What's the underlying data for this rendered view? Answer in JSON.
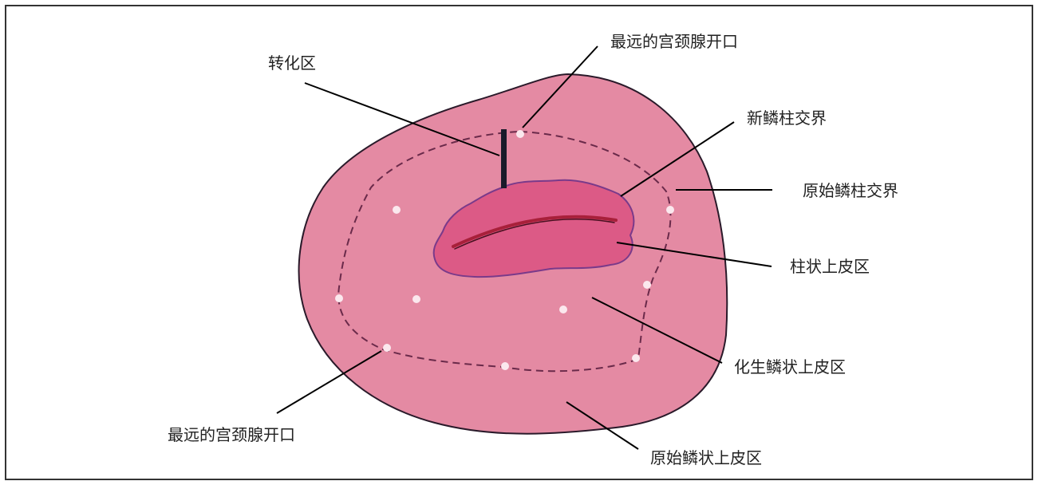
{
  "labels": {
    "transformation_zone": "转化区",
    "furthest_gland_opening_top": "最远的宫颈腺开口",
    "new_squamocolumnar_junction": "新鳞柱交界",
    "original_squamocolumnar_junction": "原始鳞柱交界",
    "columnar_epithelium_zone": "柱状上皮区",
    "metaplastic_squamous_epithelium_zone": "化生鳞状上皮区",
    "original_squamous_epithelium_zone": "原始鳞状上皮区",
    "furthest_gland_opening_bottom": "最远的宫颈腺开口"
  },
  "colors": {
    "cervix": "#e48aa3",
    "cervix_outline": "#2a1a2a",
    "columnar": "#dc5a86",
    "columnar_outline": "#7a3a8a",
    "os": "#a8203a",
    "gland_dot": "#fbe8ee",
    "leader": "#000000"
  }
}
